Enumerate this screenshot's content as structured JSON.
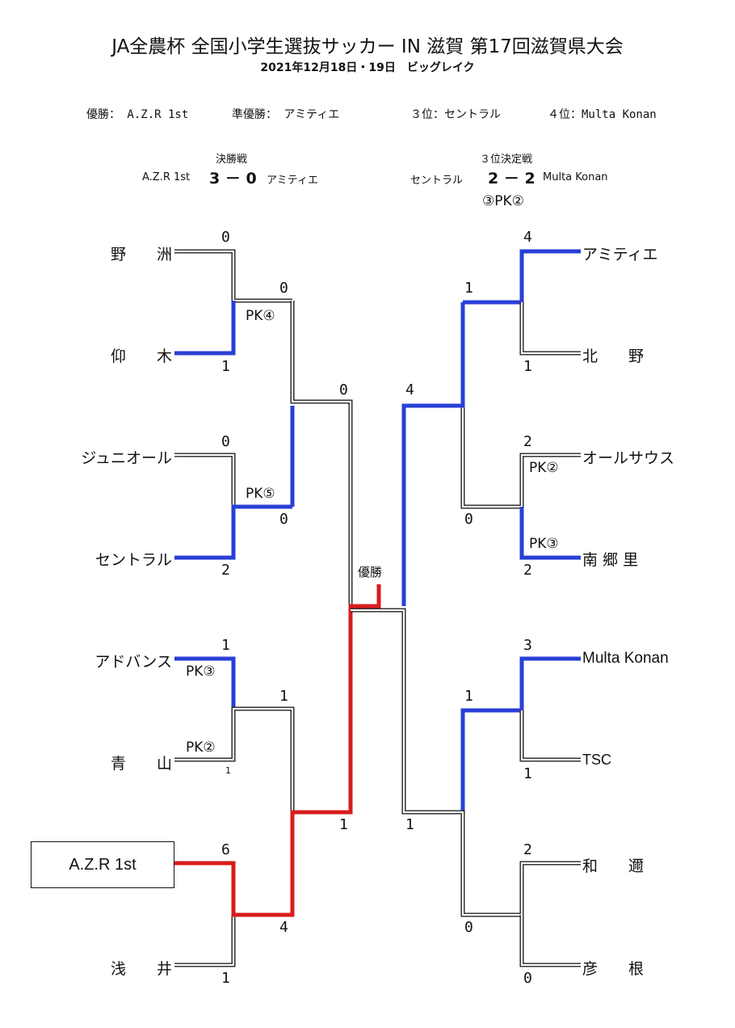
{
  "header": {
    "title": "JA全農杯 全国小学生選抜サッカー IN 滋賀 第17回滋賀県大会",
    "subtitle": "2021年12月18日・19日　ビッグレイク"
  },
  "results": {
    "first": "優勝： A.Z.R 1st",
    "second": "準優勝： アミティエ",
    "third": "３位：セントラル",
    "fourth": "４位：Multa Konan"
  },
  "final": {
    "caption": "決勝戦",
    "team_a": "A.Z.R 1st",
    "score": "3 － 0",
    "team_b": "アミティエ"
  },
  "third_place": {
    "caption": "３位決定戦",
    "team_a": "セントラル",
    "score": "2 － 2",
    "team_b": "Multa Konan",
    "pk": "③PK②"
  },
  "champion_label": "優勝",
  "teams": {
    "left": [
      "野　　洲",
      "仰　　木",
      "ジュニオール",
      "セントラル",
      "アドバンス",
      "青　　山",
      "A.Z.R 1st",
      "浅　　井"
    ],
    "right": [
      "アミティエ",
      "北　　野",
      "オールサウス",
      "南 郷 里",
      "Multa Konan",
      "TSC",
      "和　　邇",
      "彦　　根"
    ]
  },
  "scores": {
    "r1_left": [
      "0",
      "1",
      "0",
      "2",
      "1",
      "1",
      "6",
      "1"
    ],
    "r1_right": [
      "4",
      "1",
      "2",
      "2",
      "3",
      "1",
      "2",
      "0"
    ],
    "r2_left": [
      "0",
      "0",
      "1",
      "4"
    ],
    "r2_right": [
      "1",
      "0",
      "1",
      "0"
    ],
    "sf_left": [
      "0",
      "1"
    ],
    "sf_right": [
      "4",
      "1"
    ]
  },
  "pk": {
    "l1": "PK④",
    "l2": "PK⑤",
    "l3a": "PK③",
    "l3b": "PK②",
    "r2a": "PK②",
    "r2b": "PK③"
  },
  "colors": {
    "winner_path": "#2a3fd6",
    "champion_path": "#d81c1c",
    "line": "#222222"
  }
}
